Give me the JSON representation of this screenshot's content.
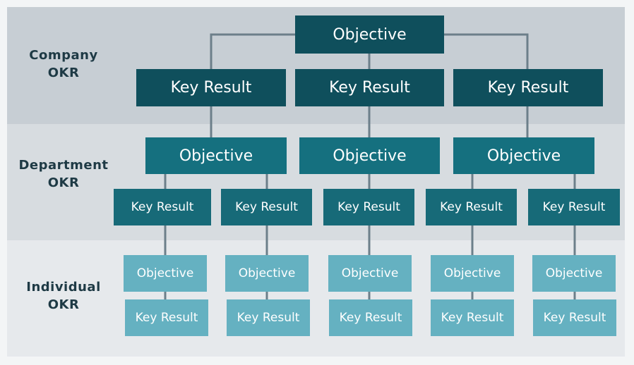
{
  "levels": {
    "company": "Company\nOKR",
    "department": "Department\nOKR",
    "individual": "Individual\nOKR"
  },
  "company": {
    "objective": "Objective",
    "key_results": [
      "Key Result",
      "Key Result",
      "Key Result"
    ]
  },
  "department": {
    "objectives": [
      "Objective",
      "Objective",
      "Objective"
    ],
    "key_results": [
      "Key Result",
      "Key Result",
      "Key Result",
      "Key Result",
      "Key Result"
    ]
  },
  "individual": {
    "objectives": [
      "Objective",
      "Objective",
      "Objective",
      "Objective",
      "Objective"
    ],
    "key_results": [
      "Key Result",
      "Key Result",
      "Key Result",
      "Key Result",
      "Key Result"
    ]
  },
  "colors": {
    "company": "#0f4f5c",
    "department": "#15707f",
    "individual": "#65b1c1",
    "connector": "#6c7f8a"
  }
}
